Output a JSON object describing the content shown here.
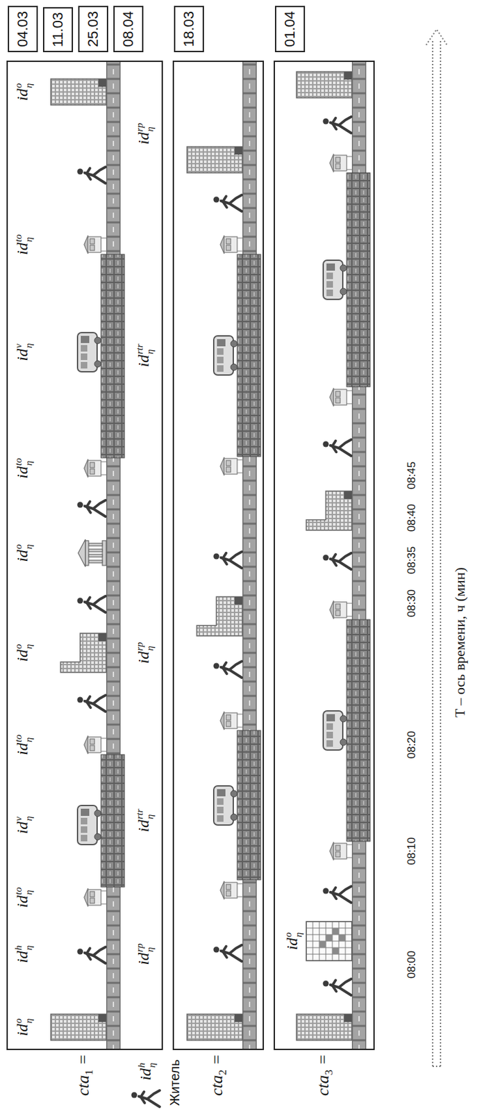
{
  "diagram": {
    "nodes": [
      {
        "text": [
          "cta1 ="
        ]
      },
      {
        "text": [
          "cta2 ="
        ]
      },
      {
        "text": [
          "cta3 ="
        ]
      },
      {
        "text": [
          "04.03"
        ]
      },
      {
        "text": [
          "11.03"
        ]
      },
      {
        "text": [
          "25.03"
        ]
      },
      {
        "text": [
          "08.04"
        ]
      },
      {
        "text": [
          "18.03"
        ]
      },
      {
        "text": [
          "01.04"
        ]
      }
    ],
    "labels": [
      "idhη",
      "Житель",
      "idoη",
      "idhη",
      "idtoη",
      "idvη",
      "idtoη",
      "idoη",
      "idoη",
      "idtoη",
      "idvη",
      "idtoη",
      "idoη",
      "idrpη",
      "idrtrη",
      "idrpη",
      "idrtrη",
      "idrpη",
      "idoη",
      "08:00",
      "08:10",
      "08:20",
      "08:30",
      "08:35",
      "08:40",
      "08:45",
      "T – ось времени, ч (мин)"
    ]
  }
}
